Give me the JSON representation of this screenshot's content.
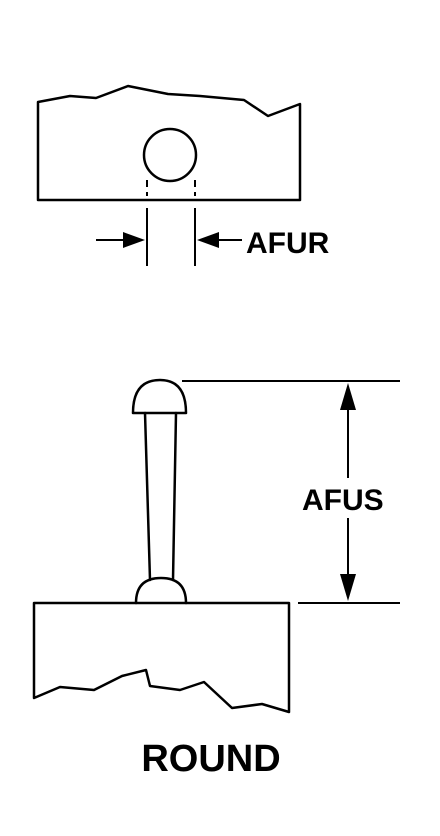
{
  "labels": {
    "hole_dim": "AFUR",
    "height_dim": "AFUS",
    "caption": "ROUND"
  },
  "colors": {
    "ink": "#000000",
    "background": "#ffffff"
  }
}
